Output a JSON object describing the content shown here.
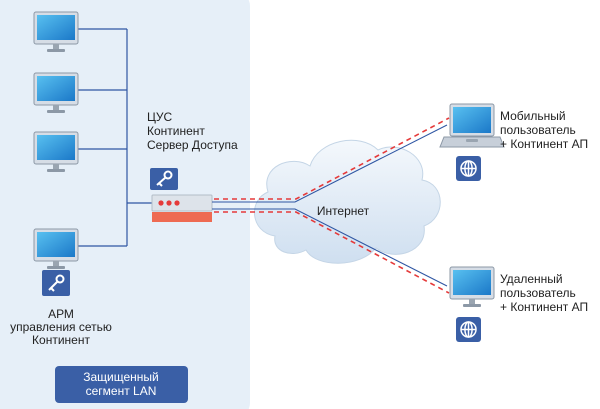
{
  "lan_zone": {
    "arm_label": [
      "АРМ",
      "управления сетью",
      "Континент"
    ],
    "segment_label": [
      "Защищенный",
      "сегмент LAN"
    ]
  },
  "server": {
    "label": [
      "ЦУС",
      "Континент",
      "Сервер Доступа"
    ]
  },
  "cloud": {
    "label": "Интернет"
  },
  "mobile_user": {
    "label": [
      "Мобильный",
      "пользователь",
      "+ Континент АП"
    ]
  },
  "remote_user": {
    "label": [
      "Удаленный",
      "пользователь",
      "+ Континент АП"
    ]
  },
  "colors": {
    "zone_bg": "#e6eff8",
    "badge": "#3a5fa6",
    "wire": "#2f56a3",
    "tunnel": "#e53a3a",
    "router_body": "#dde3ea",
    "router_stripe": "#ee6a52"
  }
}
